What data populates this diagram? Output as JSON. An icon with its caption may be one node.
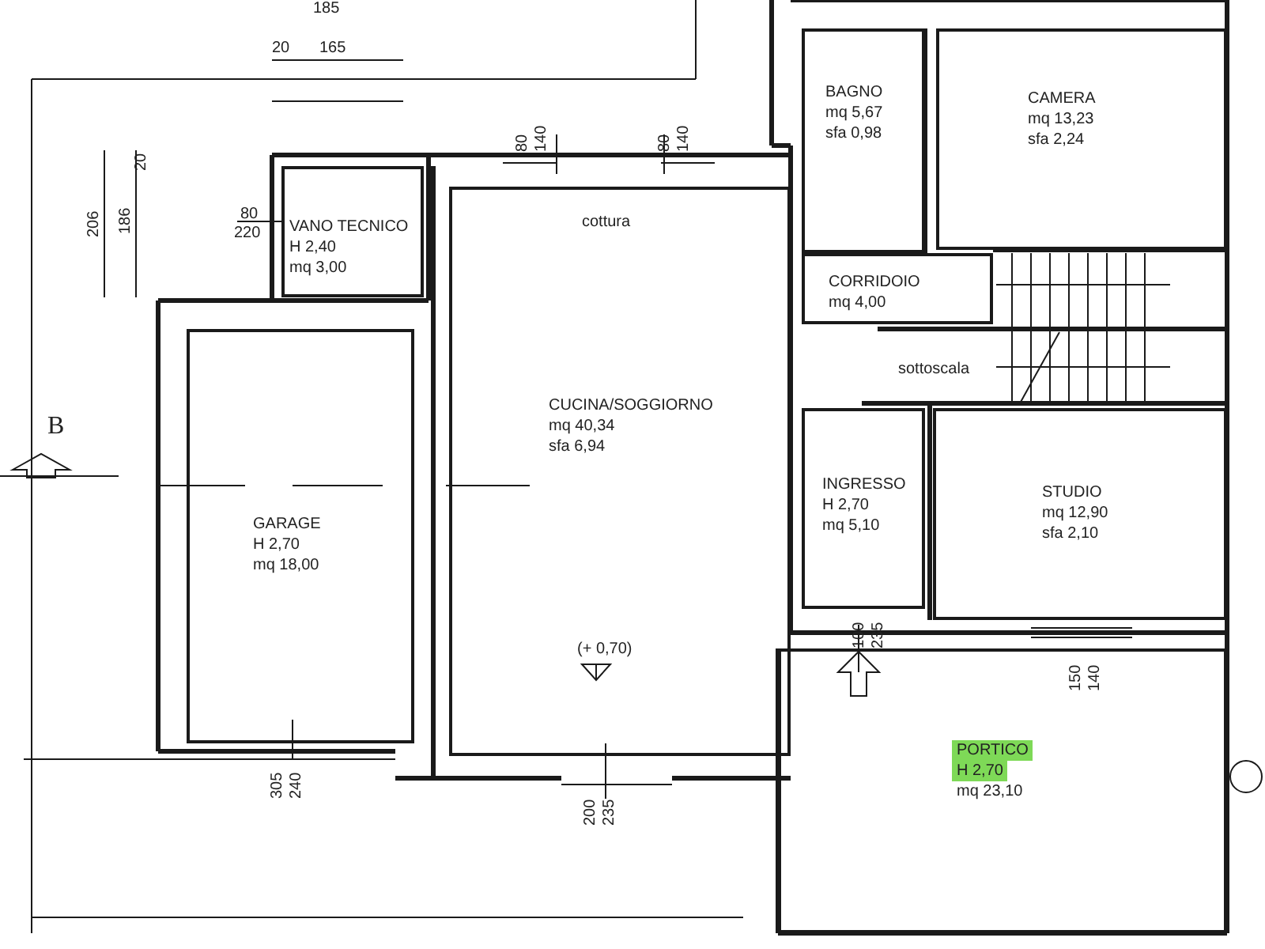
{
  "diagram": {
    "nodes": [
      {
        "text": [
          "BAGNO",
          "mq 5,67",
          "sfa 0,98"
        ]
      },
      {
        "text": [
          "CAMERA",
          "mq 13,23",
          "sfa 2,24"
        ]
      },
      {
        "text": [
          "VANO TECNICO",
          "H 2,40",
          "mq 3,00"
        ]
      },
      {
        "text": [
          "CUCINA/SOGGIORNO",
          "mq 40,34",
          "sfa 6,94"
        ]
      },
      {
        "text": [
          "CORRIDOIO",
          "mq 4,00"
        ]
      },
      {
        "text": [
          "GARAGE",
          "H 2,70",
          "mq 18,00"
        ]
      },
      {
        "text": [
          "INGRESSO",
          "H 2,70",
          "mq 5,10"
        ]
      },
      {
        "text": [
          "STUDIO",
          "mq 12,90",
          "sfa 2,10"
        ]
      },
      {
        "text": [
          "PORTICO",
          "H 2,70",
          "mq 23,10"
        ]
      }
    ],
    "edges": [],
    "labels": [
      "185",
      "20",
      "165",
      "206",
      "186",
      "20",
      "80",
      "140",
      "80",
      "140",
      "80",
      "220",
      "cottura",
      "sottoscala",
      "B",
      "(+ 0,70)",
      "305",
      "240",
      "200",
      "235",
      "100",
      "235",
      "150",
      "140"
    ]
  }
}
